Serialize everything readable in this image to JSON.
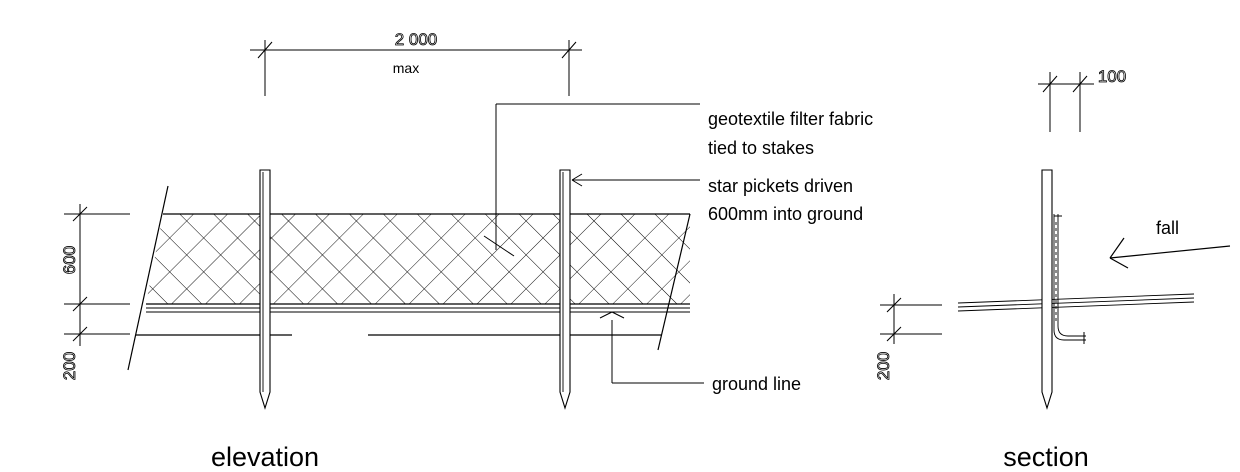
{
  "dimensions": {
    "width_value": "2 000",
    "width_note": "max",
    "height_upper": "600",
    "height_lower": "200",
    "section_height": "200",
    "section_width": "100"
  },
  "labels": {
    "fabric_line1": "geotextile filter fabric",
    "fabric_line2": "tied to stakes",
    "pickets_line1": "star pickets driven",
    "pickets_line2": "600mm into ground",
    "ground": "ground line",
    "fall": "fall"
  },
  "views": {
    "elevation": "elevation",
    "section": "section"
  }
}
